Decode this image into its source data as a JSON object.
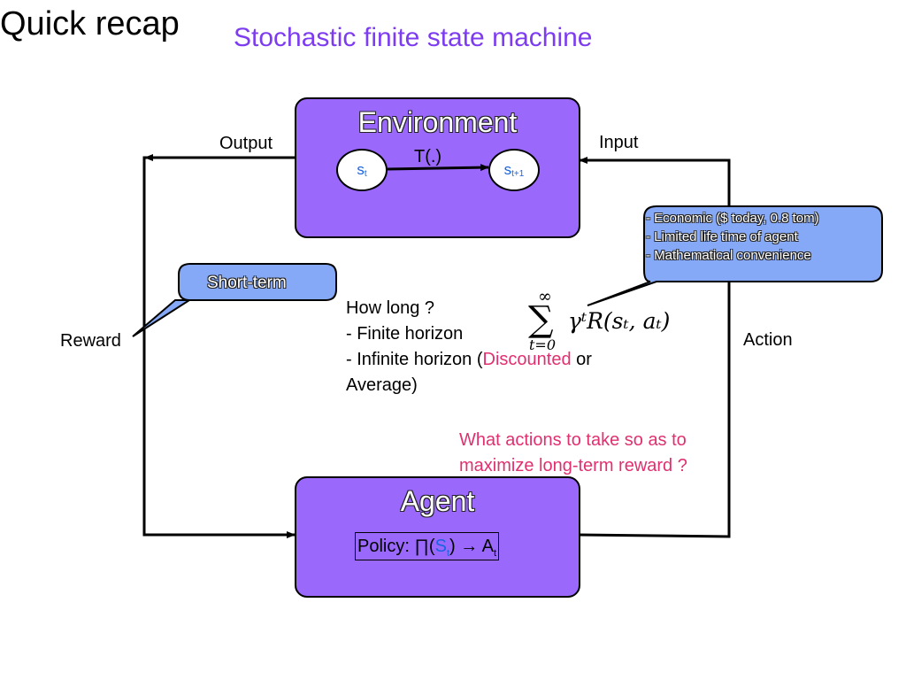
{
  "title": "Quick recap",
  "subtitle": {
    "part1": "Stochastic",
    "part2": "finite state machine"
  },
  "environment": {
    "title": "Environment",
    "state_current": {
      "base": "s",
      "sub": "t"
    },
    "state_next": {
      "base": "s",
      "sub": "t+1"
    },
    "transition_label": "T(.)"
  },
  "agent": {
    "title": "Agent",
    "policy": {
      "prefix": "Policy: ",
      "pi": "∏(",
      "state": "S",
      "state_sub": "t",
      "arrow": ") → A",
      "action_sub": "t"
    }
  },
  "edges": {
    "output": "Output",
    "input": "Input",
    "reward": "Reward",
    "action": "Action"
  },
  "callouts": {
    "short_term": "Short-term",
    "discount_reasons": [
      "- Economic ($ today, 0.8 tom)",
      "- Limited life time of agent",
      "- Mathematical convenience"
    ]
  },
  "horizon": {
    "line1": "How long ?",
    "line2": "- Finite horizon",
    "line3_prefix": "- Infinite horizon (",
    "line3_discounted": "Discounted",
    "line3_suffix": " or",
    "line4": "Average)"
  },
  "formula": {
    "sum_upper": "∞",
    "sum_lower": "t=0",
    "body": "γᵗR(sₜ, aₜ)"
  },
  "question": {
    "line1": "What actions to take so as to",
    "line2": "maximize long-term reward ?"
  },
  "colors": {
    "box_fill": "#9a68fa",
    "callout_fill": "#86a9f7",
    "subtitle": "#7d3cf0",
    "highlight": "#e0306f",
    "state_text": "#1b63e0"
  }
}
